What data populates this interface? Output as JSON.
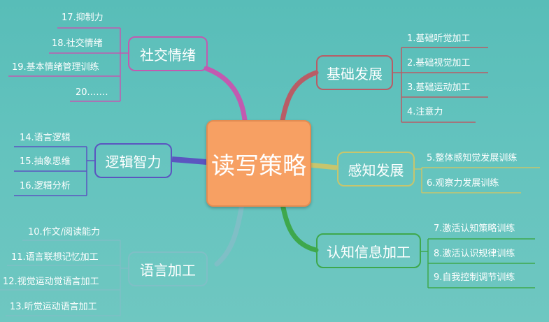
{
  "center": "读写策略",
  "branches": {
    "social": {
      "label": "社交情绪",
      "items": [
        "17.抑制力",
        "18.社交情绪",
        "19.基本情绪管理训练",
        "20.……"
      ]
    },
    "logic": {
      "label": "逻辑智力",
      "items": [
        "14.语言逻辑",
        "15.抽象思维",
        "16.逻辑分析"
      ]
    },
    "language": {
      "label": "语言加工",
      "items": [
        "10.作文/阅读能力",
        "11.语言联想记忆加工",
        "12.视觉运动觉语言加工",
        "13.听觉运动语言加工"
      ]
    },
    "basic": {
      "label": "基础发展",
      "items": [
        "1.基础听觉加工",
        "2.基础视觉加工",
        "3.基础运动加工",
        "4.注意力"
      ]
    },
    "perception": {
      "label": "感知发展",
      "items": [
        "5.整体感知觉发展训练",
        "6.观察力发展训练"
      ]
    },
    "cognition": {
      "label": "认知信息加工",
      "items": [
        "7.激活认知策略训练",
        "8.激活认识规律训练",
        "9.自我控制调节训练"
      ]
    }
  },
  "colors": {
    "social": "#c25ab0",
    "logic": "#5b55c0",
    "language": "#7fbfc6",
    "basic": "#b85d66",
    "perception": "#c7c56d",
    "cognition": "#3ea84c",
    "center": "#f7a063"
  }
}
